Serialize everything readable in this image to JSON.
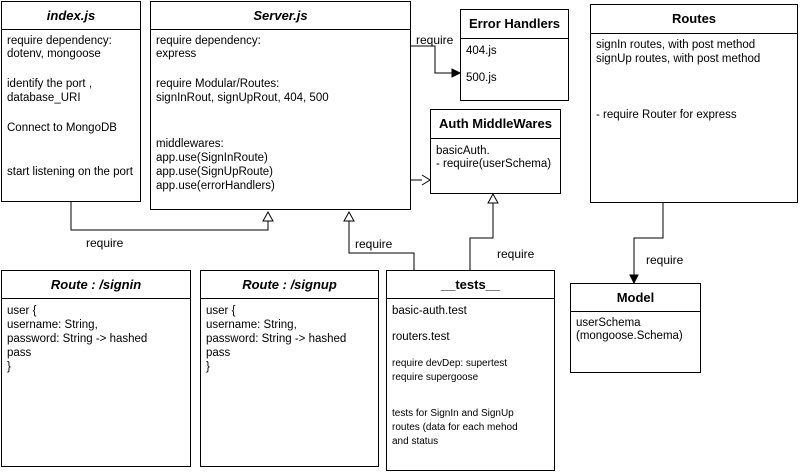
{
  "boxes": {
    "index": {
      "title": "index.js",
      "lines": [
        "require dependency:",
        "dotenv, mongoose",
        "identify the port ,",
        "database_URI",
        "Connect to MongoDB",
        "start listening on the port"
      ]
    },
    "server": {
      "title": "Server.js",
      "lines": [
        "require dependency:",
        "express",
        "require Modular/Routes:",
        "signInRout, signUpRout, 404, 500",
        "middlewares:",
        " app.use(SignInRoute)",
        "app.use(SignUpRoute)",
        "app.use(errorHandlers)"
      ]
    },
    "errors": {
      "title": "Error Handlers",
      "lines": [
        "404.js",
        "500.js"
      ]
    },
    "routes": {
      "title": "Routes",
      "lines": [
        "signIn routes, with post method",
        "signUp routes, with post method",
        " - require Router for express"
      ]
    },
    "auth": {
      "title": "Auth MiddleWares",
      "lines": [
        "basicAuth.",
        " - require(userSchema)"
      ]
    },
    "signin": {
      "title": "Route : /signin",
      "lines": [
        "user {",
        "username: String,",
        "password: String -> hashed",
        "pass",
        "}"
      ]
    },
    "signup": {
      "title": "Route : /signup",
      "lines": [
        "user {",
        "username: String,",
        "password: String -> hashed",
        "pass",
        "}"
      ]
    },
    "tests": {
      "title": "__tests__",
      "lines": [
        "basic-auth.test",
        "routers.test",
        "require devDep: supertest",
        "require supergoose",
        "tests for SignIn and SignUp",
        "routes (data for each mehod",
        "and status"
      ]
    },
    "model": {
      "title": "Model",
      "lines": [
        "userSchema",
        "(mongoose.Schema)"
      ]
    }
  },
  "connector_labels": {
    "index_to_server": "require",
    "server_to_errors": "require",
    "tests_to_server": "require",
    "tests_to_auth": "require",
    "routes_to_model": "require"
  }
}
